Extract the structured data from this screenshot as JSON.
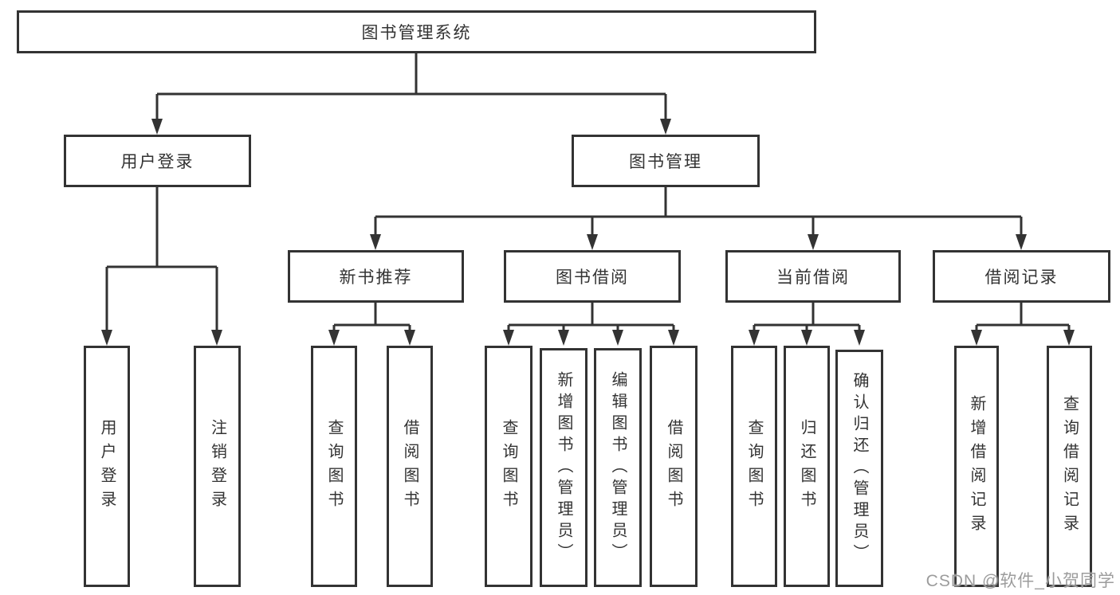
{
  "diagram": {
    "root": "图书管理系统",
    "level2": {
      "user_login": "用户登录",
      "book_mgmt": "图书管理"
    },
    "level3": {
      "new_book_rec": "新书推荐",
      "book_borrow": "图书借阅",
      "current_borrow": "当前借阅",
      "borrow_record": "借阅记录"
    },
    "leaves": {
      "user_login": [
        "用户登录",
        "注销登录"
      ],
      "new_book_rec": [
        "查询图书",
        "借阅图书"
      ],
      "book_borrow": [
        "查询图书",
        "新增图书（管理员）",
        "编辑图书（管理员）",
        "借阅图书"
      ],
      "current_borrow": [
        "查询图书",
        "归还图书",
        "确认归还（管理员）"
      ],
      "borrow_record": [
        "新增借阅记录",
        "查询借阅记录"
      ]
    }
  },
  "watermark": "CSDN @软件_小贺同学",
  "colors": {
    "line": "#333333",
    "text": "#333333",
    "background": "#ffffff",
    "watermark": "#9c9c9c"
  }
}
